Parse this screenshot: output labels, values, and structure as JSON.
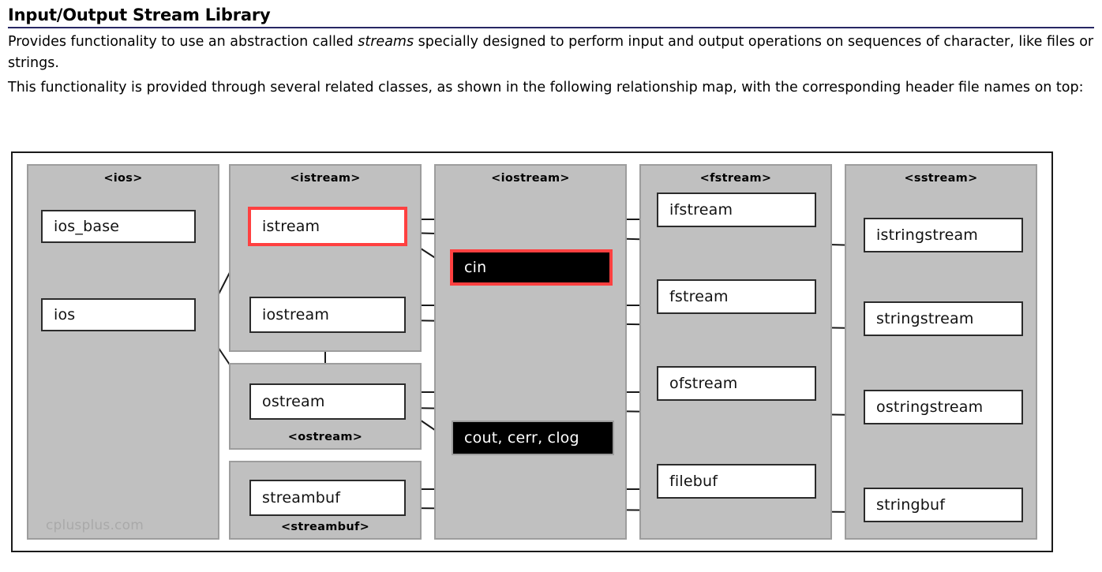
{
  "page": {
    "title": "Input/Output Stream Library",
    "title_rule_color": "#272764",
    "paragraphs": [
      {
        "before_em": "Provides functionality to use an abstraction called ",
        "em": "streams",
        "after_em": " specially designed to perform input and output operations on sequences of character, like files or strings."
      },
      {
        "before_em": "This functionality is provided through several related classes, as shown in the following relationship map, with the corresponding header file names on top:",
        "em": "",
        "after_em": ""
      }
    ]
  },
  "diagram": {
    "watermark": "cplusplus.com",
    "colors": {
      "group_fill": "#c0c0c0",
      "group_border": "#9d9d9d",
      "node_fill": "#ffffff",
      "node_border": "#2b2b2b",
      "highlight": "#ff4040",
      "object_fill": "#000000",
      "object_text": "#ffffff",
      "frame_border": "#1a1a1a",
      "connector": "#1a1a1a",
      "watermark_color": "#a9a9a9"
    },
    "groups": [
      {
        "id": "ios",
        "label": "<ios>",
        "label_pos": "top"
      },
      {
        "id": "istream",
        "label": "<istream>",
        "label_pos": "top"
      },
      {
        "id": "ostream",
        "label": "<ostream>",
        "label_pos": "bottom"
      },
      {
        "id": "streambuf",
        "label": "<streambuf>",
        "label_pos": "bottom"
      },
      {
        "id": "iostream",
        "label": "<iostream>",
        "label_pos": "top"
      },
      {
        "id": "fstream",
        "label": "<fstream>",
        "label_pos": "top"
      },
      {
        "id": "sstream",
        "label": "<sstream>",
        "label_pos": "top"
      }
    ],
    "nodes": [
      {
        "id": "ios_base",
        "label": "ios_base",
        "kind": "class",
        "highlighted": false
      },
      {
        "id": "ios",
        "label": "ios",
        "kind": "class",
        "highlighted": false
      },
      {
        "id": "istream",
        "label": "istream",
        "kind": "class",
        "highlighted": true
      },
      {
        "id": "iostream",
        "label": "iostream",
        "kind": "class",
        "highlighted": false
      },
      {
        "id": "ostream",
        "label": "ostream",
        "kind": "class",
        "highlighted": false
      },
      {
        "id": "streambuf",
        "label": "streambuf",
        "kind": "class",
        "highlighted": false
      },
      {
        "id": "cin",
        "label": "cin",
        "kind": "object",
        "highlighted": true
      },
      {
        "id": "coutcerrclog",
        "label": "cout, cerr, clog",
        "kind": "object",
        "highlighted": false
      },
      {
        "id": "ifstream",
        "label": "ifstream",
        "kind": "class",
        "highlighted": false
      },
      {
        "id": "fstream",
        "label": "fstream",
        "kind": "class",
        "highlighted": false
      },
      {
        "id": "ofstream",
        "label": "ofstream",
        "kind": "class",
        "highlighted": false
      },
      {
        "id": "filebuf",
        "label": "filebuf",
        "kind": "class",
        "highlighted": false
      },
      {
        "id": "istringstream",
        "label": "istringstream",
        "kind": "class",
        "highlighted": false
      },
      {
        "id": "stringstream",
        "label": "stringstream",
        "kind": "class",
        "highlighted": false
      },
      {
        "id": "ostringstream",
        "label": "ostringstream",
        "kind": "class",
        "highlighted": false
      },
      {
        "id": "stringbuf",
        "label": "stringbuf",
        "kind": "class",
        "highlighted": false
      }
    ],
    "edges": [
      {
        "from": "ios_base",
        "to": "ios"
      },
      {
        "from": "ios",
        "to": "istream"
      },
      {
        "from": "ios",
        "to": "ostream"
      },
      {
        "from": "istream",
        "to": "iostream"
      },
      {
        "from": "ostream",
        "to": "iostream"
      },
      {
        "from": "istream",
        "to": "cin"
      },
      {
        "from": "ostream",
        "to": "coutcerrclog"
      },
      {
        "from": "istream",
        "to": "ifstream"
      },
      {
        "from": "istream",
        "to": "istringstream"
      },
      {
        "from": "iostream",
        "to": "fstream"
      },
      {
        "from": "iostream",
        "to": "stringstream"
      },
      {
        "from": "ostream",
        "to": "ofstream"
      },
      {
        "from": "ostream",
        "to": "ostringstream"
      },
      {
        "from": "streambuf",
        "to": "filebuf"
      },
      {
        "from": "streambuf",
        "to": "stringbuf"
      }
    ]
  }
}
